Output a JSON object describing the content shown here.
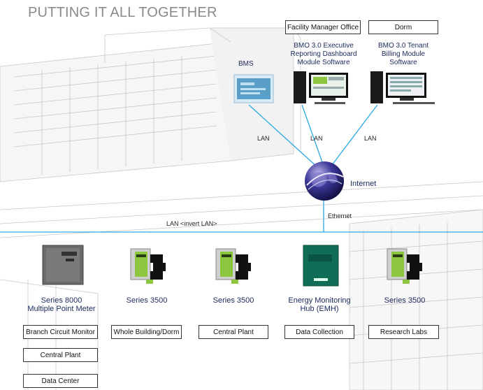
{
  "title": "PUTTING IT ALL TOGETHER",
  "top_boxes": {
    "facility": "Facility Manager Office",
    "dorm": "Dorm"
  },
  "software": {
    "bms": "BMS",
    "executive": [
      "BMO 3.0 Executive",
      "Reporting Dashboard",
      "Module Software"
    ],
    "tenant": [
      "BMO 3.0 Tenant",
      "Billing Module",
      "Software"
    ]
  },
  "links": {
    "lan1": "LAN",
    "lan2": "LAN",
    "lan3": "LAN",
    "ethernet": "Ethernet",
    "lan_bus": "LAN <invert LAN>"
  },
  "internet": "Internet",
  "devices": [
    {
      "name": [
        "Series 8000",
        "Multiple Point Meter"
      ],
      "boxes": [
        "Branch Circuit Monitor",
        "Central Plant",
        "Data Center"
      ]
    },
    {
      "name": [
        "Series 3500"
      ],
      "boxes": [
        "Whole Building/Dorm"
      ]
    },
    {
      "name": [
        "Series 3500"
      ],
      "boxes": [
        "Central Plant"
      ]
    },
    {
      "name": [
        "Energy Monitoring",
        "Hub (EMH)"
      ],
      "boxes": [
        "Data Collection"
      ]
    },
    {
      "name": [
        "Series 3500"
      ],
      "boxes": [
        "Research Labs"
      ]
    }
  ],
  "colors": {
    "line": "#29a9e1",
    "meter_screen": "#8cc63f",
    "emh": "#0f6e55"
  }
}
